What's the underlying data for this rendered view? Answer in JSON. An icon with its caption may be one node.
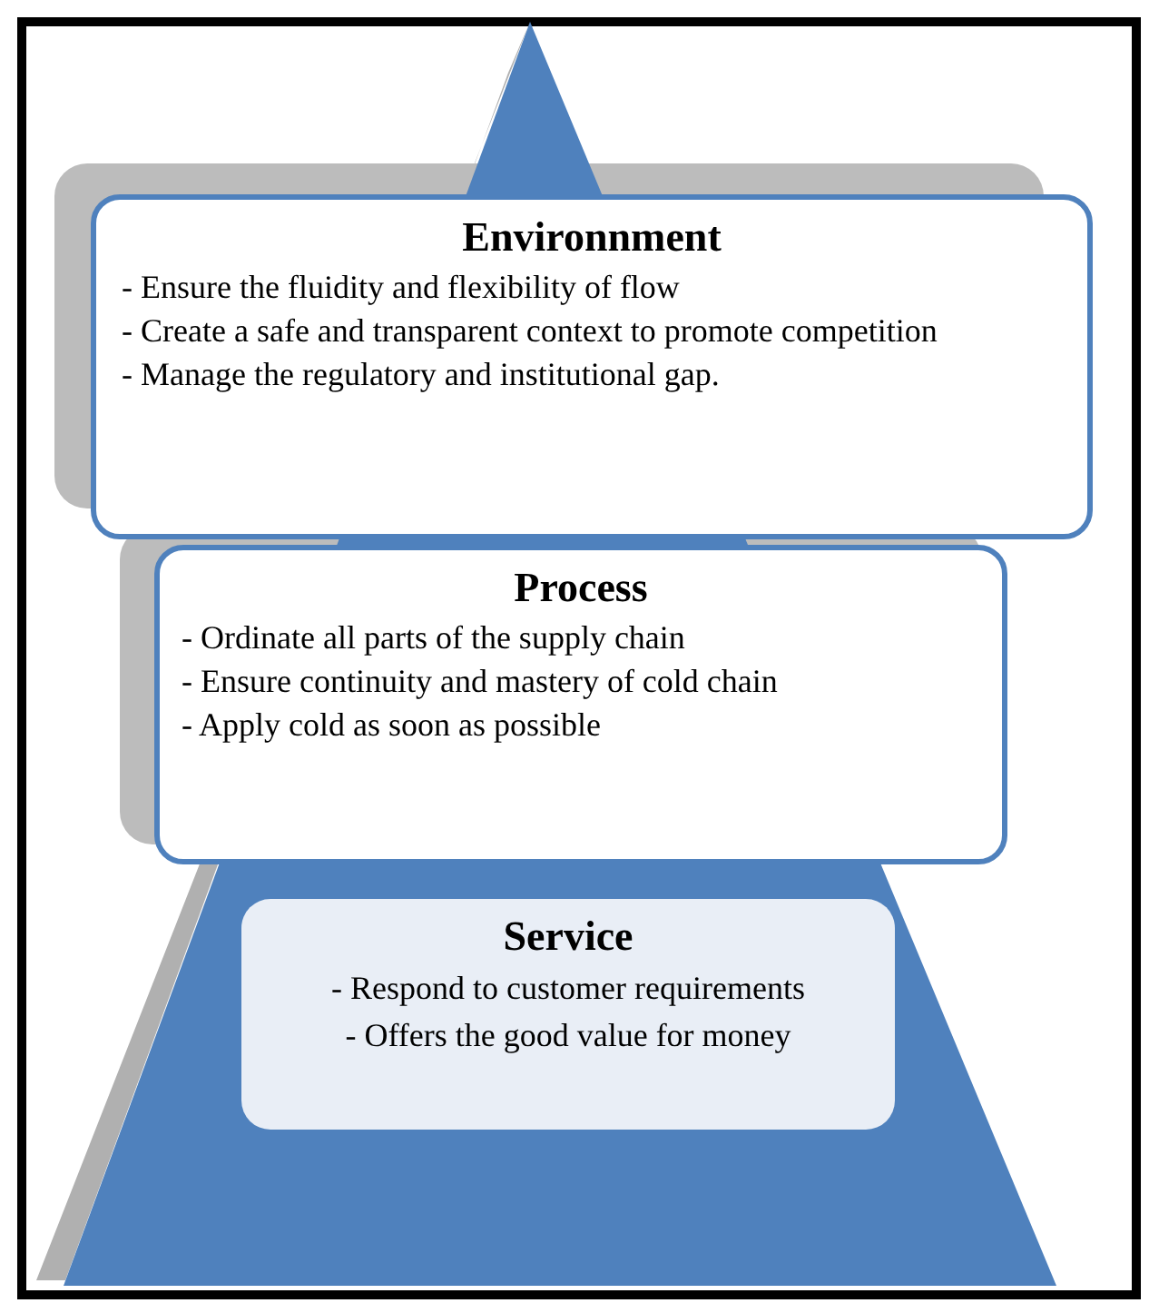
{
  "diagram": {
    "nodes": [
      {
        "text": [
          "Environnment",
          "- Ensure the fluidity and flexibility of flow",
          "- Create a safe and transparent context to promote competition",
          "-  Manage the regulatory and institutional gap."
        ]
      },
      {
        "text": [
          "Process",
          "- Ordinate all parts of the supply chain",
          "- Ensure continuity and mastery of cold chain",
          "- Apply cold as soon as possible"
        ]
      },
      {
        "text": [
          "Service",
          "- Respond to customer requirements",
          "- Offers the good value for money"
        ]
      }
    ]
  }
}
